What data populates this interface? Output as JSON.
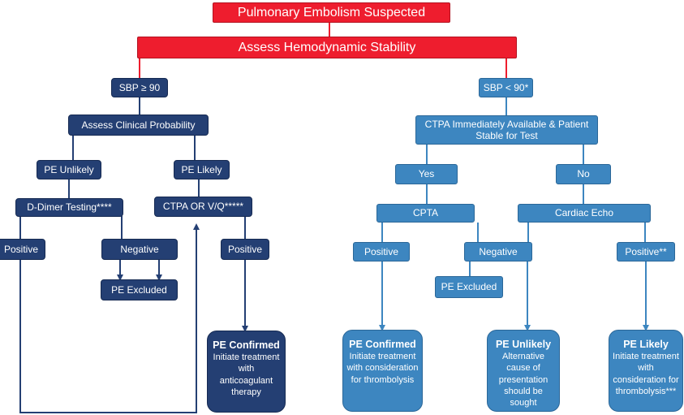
{
  "title": "Pulmonary Embolism Suspected",
  "assess": "Assess Hemodynamic Stability",
  "left": {
    "sbp": "SBP ≥ 90",
    "clinical": "Assess Clinical Probability",
    "unlikely": "PE Unlikely",
    "likely": "PE Likely",
    "ddimer": "D-Dimer Testing****",
    "ctpa": "CTPA OR V/Q*****",
    "positive_left": "Positive",
    "negative": "Negative",
    "positive_right": "Positive",
    "excluded": "PE Excluded",
    "confirmed_head": "PE Confirmed",
    "confirmed_body": "Initiate treatment with anticoagulant therapy"
  },
  "right": {
    "sbp": "SBP < 90*",
    "ctpa_avail": "CTPA Immediately Available & Patient Stable for Test",
    "yes": "Yes",
    "no": "No",
    "cpta": "CPTA",
    "echo": "Cardiac Echo",
    "positive": "Positive",
    "negative": "Negative",
    "positive_echo": "Positive**",
    "excluded": "PE  Excluded",
    "confirmed_head": "PE Confirmed",
    "confirmed_body": "Initiate treatment with consideration for thrombolysis",
    "unlikely_head": "PE Unlikely",
    "unlikely_body": "Alternative cause of presentation should be sought",
    "likely_head": "PE Likely",
    "likely_body": "Initiate treatment with consideration for thrombolysis***"
  },
  "colors": {
    "red": "#ee1d2e",
    "dark_blue": "#243f73",
    "light_blue": "#3d86c0"
  }
}
